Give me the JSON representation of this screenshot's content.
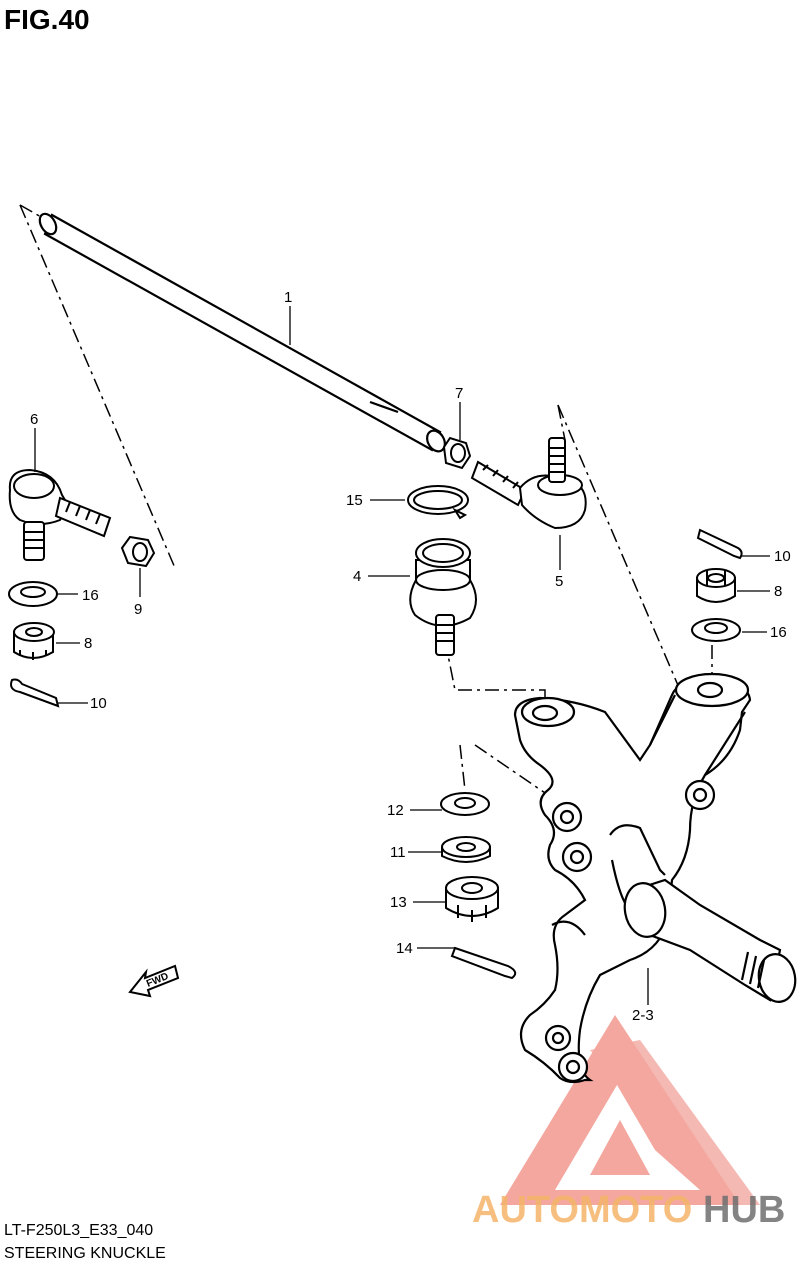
{
  "figure": {
    "title": "FIG.40",
    "code": "LT-F250L3_E33_040",
    "name": "STEERING KNUCKLE",
    "fwd_label": "FWD"
  },
  "callouts": [
    "1",
    "7",
    "6",
    "15",
    "4",
    "5",
    "9",
    "16",
    "8",
    "10",
    "10",
    "8",
    "16",
    "12",
    "11",
    "13",
    "14",
    "2-3"
  ],
  "watermark": {
    "brand_part1": "AUTOMOTO",
    "brand_part2": "HUB",
    "color_orange": "#f5b56a",
    "color_red": "#ef8a80",
    "color_gray": "#6f6f6f"
  }
}
